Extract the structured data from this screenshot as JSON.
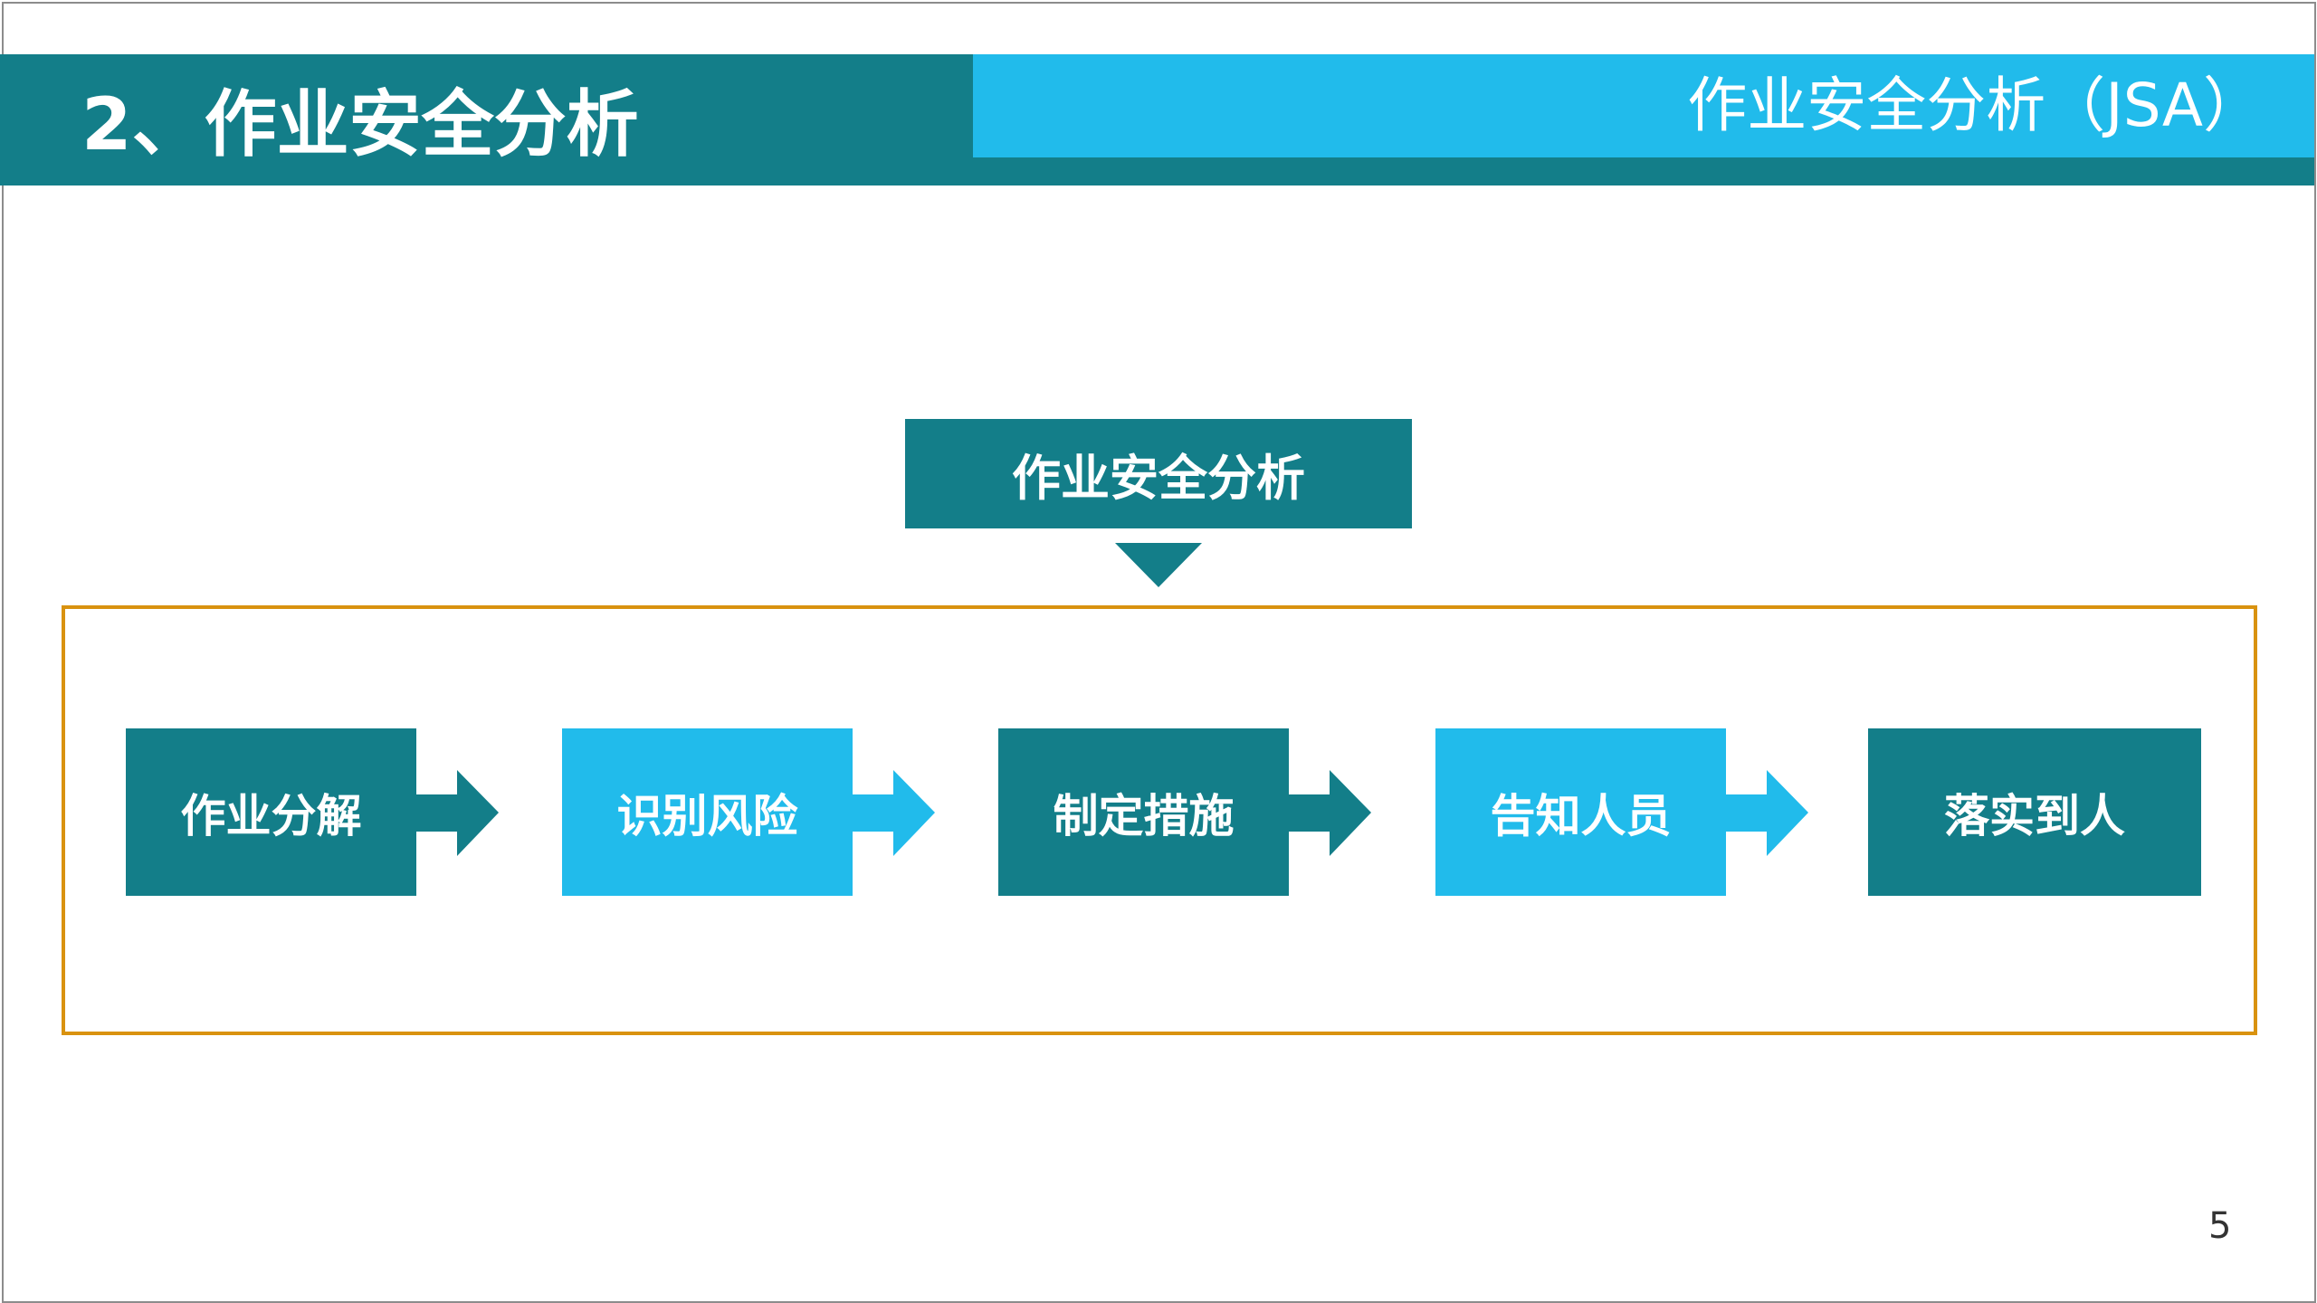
{
  "header": {
    "section_title": "2、作业安全分析",
    "subtitle": "作业安全分析（JSA）"
  },
  "diagram": {
    "top_label": "作业安全分析",
    "steps": [
      {
        "label": "作业分解",
        "color": "#137e89"
      },
      {
        "label": "识别风险",
        "color": "#21bbeb"
      },
      {
        "label": "制定措施",
        "color": "#137e89"
      },
      {
        "label": "告知人员",
        "color": "#21bbeb"
      },
      {
        "label": "落实到人",
        "color": "#137e89"
      }
    ],
    "frame_color": "#d9920f"
  },
  "footer": {
    "page_number": "5"
  },
  "colors": {
    "teal": "#137e89",
    "sky": "#21bbeb"
  }
}
